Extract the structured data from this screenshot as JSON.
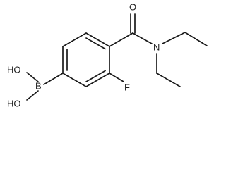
{
  "molecule": {
    "atoms": {
      "O_carbonyl": "O",
      "N_amide": "N",
      "F": "F",
      "B": "B",
      "OH_top": "HO",
      "OH_bottom": "HO"
    }
  }
}
